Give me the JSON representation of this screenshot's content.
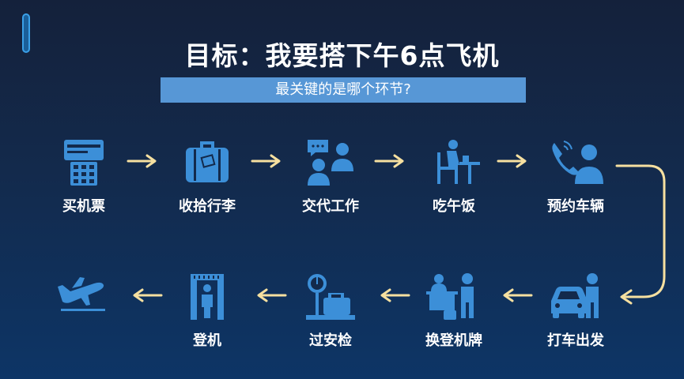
{
  "header": {
    "title": "目标：我要搭下午6点飞机",
    "subtitle": "最关键的是哪个环节?"
  },
  "colors": {
    "icon": "#3c8fd8",
    "arrow": "#f6e0a0",
    "subtitle_bar": "#5797d6"
  },
  "steps": [
    {
      "label": "买机票",
      "icon": "ticket-card-icon"
    },
    {
      "label": "收拾行李",
      "icon": "luggage-icon"
    },
    {
      "label": "交代工作",
      "icon": "people-chat-icon"
    },
    {
      "label": "吃午饭",
      "icon": "dining-icon"
    },
    {
      "label": "预约车辆",
      "icon": "phone-call-icon"
    },
    {
      "label": "打车出发",
      "icon": "taxi-icon"
    },
    {
      "label": "换登机牌",
      "icon": "check-in-counter-icon"
    },
    {
      "label": "过安检",
      "icon": "baggage-scale-icon"
    },
    {
      "label": "登机",
      "icon": "security-gate-icon"
    },
    {
      "label": "",
      "icon": "airplane-takeoff-icon"
    }
  ]
}
